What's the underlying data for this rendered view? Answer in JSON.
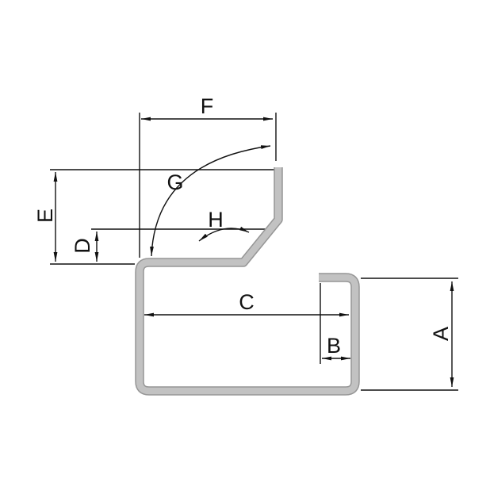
{
  "diagram": {
    "dimensions": {
      "a": "A",
      "b": "B",
      "c": "C",
      "d": "D",
      "e": "E",
      "f": "F",
      "g": "G",
      "h": "H"
    }
  },
  "colors": {
    "background": "#ffffff",
    "profile_edge": "#969696",
    "profile_fill": "#c2c2c2",
    "dimension_line": "#111111"
  }
}
